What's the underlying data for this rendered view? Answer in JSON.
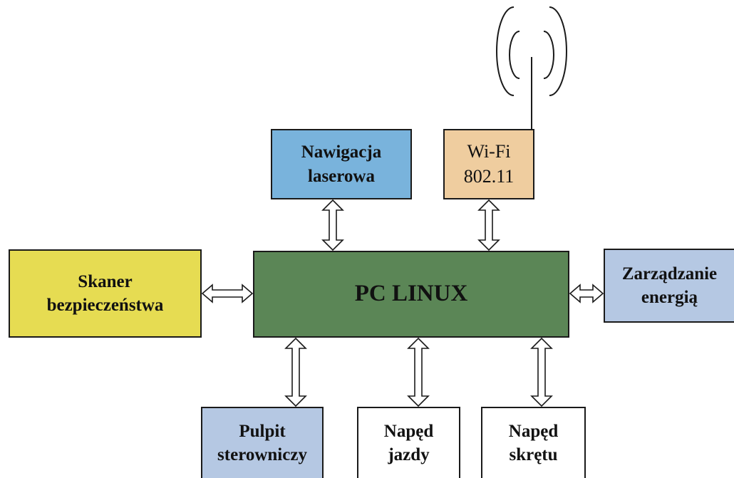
{
  "colors": {
    "pc": "#5b8656",
    "skaner": "#e6dc52",
    "nawigacja": "#79b3dc",
    "wifi": "#efcd9f",
    "zarzadzanie": "#b5c8e3",
    "pulpit": "#b5c8e3",
    "naped": "#ffffff",
    "stroke": "#1a1a1a"
  },
  "boxes": {
    "pc": "PC LINUX",
    "skaner": "Skaner\nbezpieczeństwa",
    "nawigacja": "Nawigacja\nlaserowa",
    "wifi": "Wi-Fi\n802.11",
    "zarzadzanie": "Zarządzanie\nenergią",
    "pulpit": "Pulpit\nsterowniczy",
    "naped_jazdy": "Napęd\njazdy",
    "naped_skretu": "Napęd\nskrętu"
  },
  "icons": {
    "antenna": "antenna-icon"
  }
}
